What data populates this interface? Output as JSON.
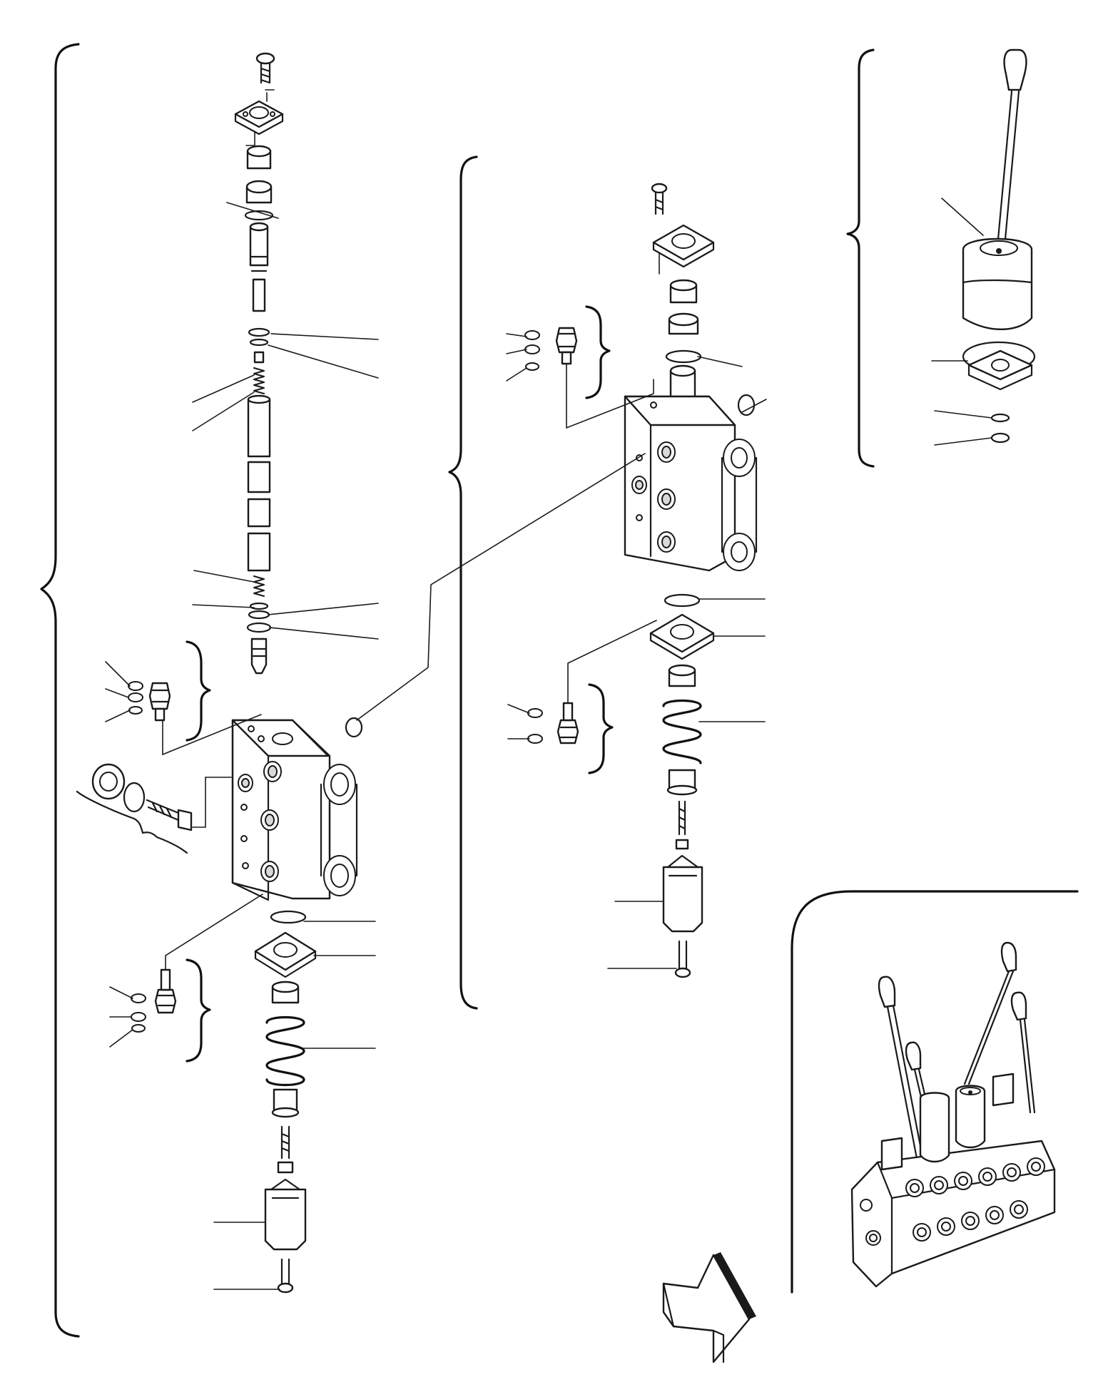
{
  "diagram": {
    "description_text": "",
    "groups": [
      {
        "id": "left-section-assembly",
        "leader_count": 22
      },
      {
        "id": "center-section-assembly",
        "leader_count": 9
      },
      {
        "id": "lever-assembly",
        "leader_count": 4
      },
      {
        "id": "overview-valve-block"
      }
    ],
    "arrow": "direction-arrow-icon"
  }
}
